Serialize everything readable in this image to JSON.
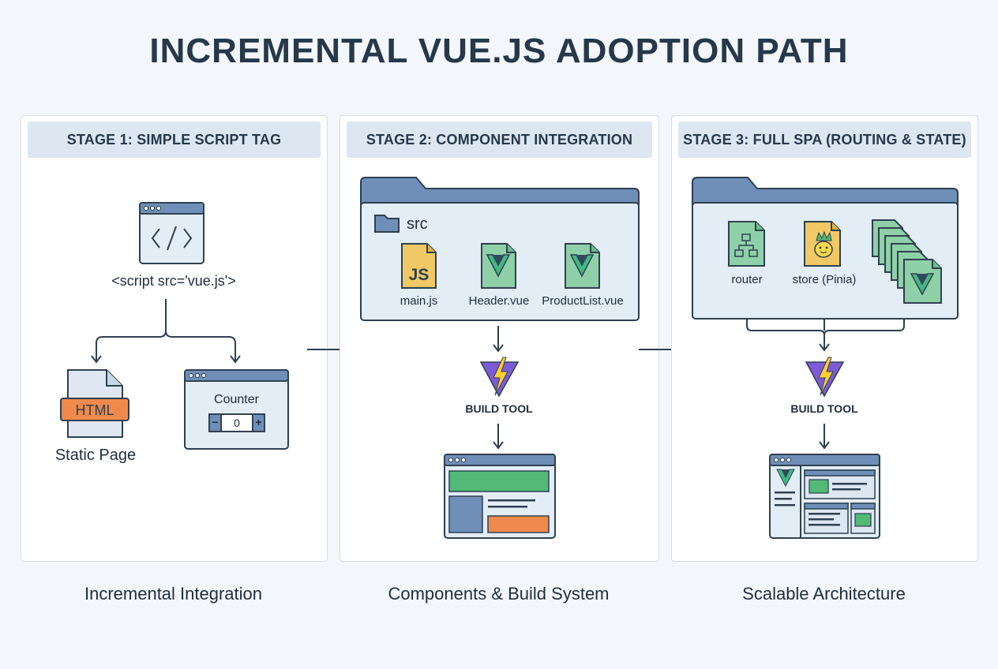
{
  "title": "INCREMENTAL VUE.JS ADOPTION PATH",
  "stages": [
    {
      "header": "STAGE 1: SIMPLE SCRIPT TAG",
      "script_tag": "<script src='vue.js'>",
      "html_badge": "HTML",
      "static_page": "Static Page",
      "counter_label": "Counter",
      "counter_minus": "−",
      "counter_value": "0",
      "counter_plus": "+",
      "caption": "Incremental Integration"
    },
    {
      "header": "STAGE 2: COMPONENT INTEGRATION",
      "folder_name": "src",
      "js_badge": "JS",
      "files": [
        "main.js",
        "Header.vue",
        "ProductList.vue"
      ],
      "build_tool": "BUILD TOOL",
      "caption": "Components & Build System"
    },
    {
      "header": "STAGE 3: FULL SPA (ROUTING & STATE)",
      "files": [
        "router",
        "store (Pinia)"
      ],
      "build_tool": "BUILD TOOL",
      "caption": "Scalable Architecture"
    }
  ],
  "colors": {
    "stroke": "#2f4050",
    "folder_tab": "#6f8fb8",
    "folder_body": "#e3edf6",
    "vue_green": "#42b883",
    "vue_dark": "#35495e",
    "js_yellow": "#f0c865",
    "html_orange": "#ef8a4c",
    "build_purple": "#7c5cd6",
    "build_yellow": "#ffcf33",
    "panel_header": "#dde7f1"
  }
}
